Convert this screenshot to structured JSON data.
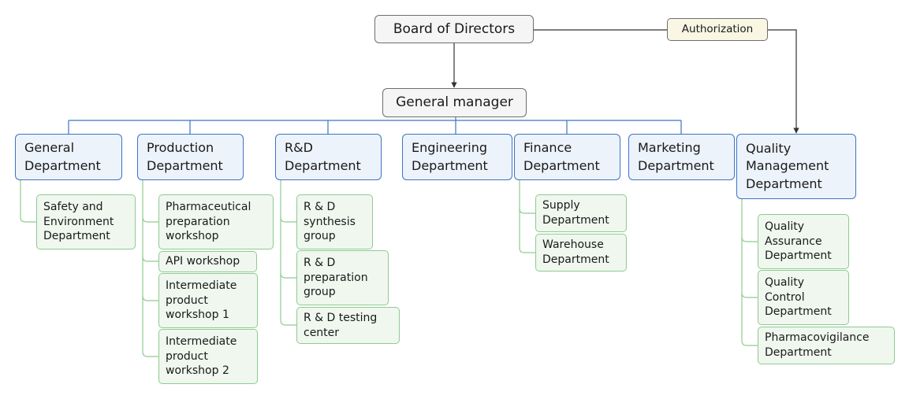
{
  "diagram": {
    "board": "Board of Directors",
    "authorization": "Authorization",
    "manager": "General manager",
    "departments": [
      {
        "label": "General\nDepartment",
        "subs": [
          "Safety and\nEnvironment\nDepartment"
        ]
      },
      {
        "label": "Production\nDepartment",
        "subs": [
          "Pharmaceutical\npreparation\nworkshop",
          "API workshop",
          "Intermediate\nproduct\nworkshop 1",
          "Intermediate\nproduct\nworkshop 2"
        ]
      },
      {
        "label": "R&D\nDepartment",
        "subs": [
          "R & D\nsynthesis\ngroup",
          "R & D\npreparation\ngroup",
          "R & D testing\ncenter"
        ]
      },
      {
        "label": "Engineering\nDepartment",
        "subs": []
      },
      {
        "label": "Finance\nDepartment",
        "subs": [
          "Supply\nDepartment",
          "Warehouse\nDepartment"
        ]
      },
      {
        "label": "Marketing\nDepartment",
        "subs": []
      },
      {
        "label": "Quality\nManagement\nDepartment",
        "subs": [
          "Quality\nAssurance\nDepartment",
          "Quality\nControl\nDepartment",
          "Pharmacovigilance\nDepartment"
        ]
      }
    ]
  }
}
